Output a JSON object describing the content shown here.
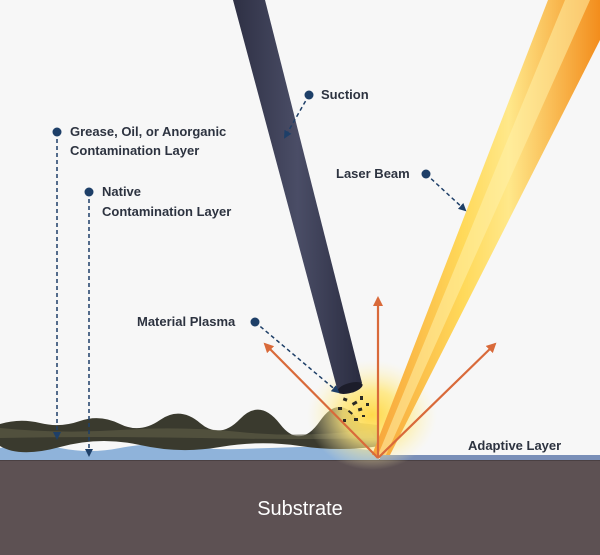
{
  "labels": {
    "suction": "Suction",
    "grease_line1": "Grease, Oil, or Anorganic",
    "grease_line2": "Contamination Layer",
    "native_line1": "Native",
    "native_line2": "Contamination Layer",
    "laser_beam": "Laser Beam",
    "material_plasma": "Material Plasma",
    "adaptive_layer": "Adaptive Layer",
    "substrate": "Substrate"
  },
  "colors": {
    "background": "#f7f7f7",
    "substrate": "#5d5153",
    "native_layer": "#8fb3da",
    "contamination_layer": "#3a3a2e",
    "nozzle": "#3b3d52",
    "laser_outer": "#f59a1f",
    "laser_core": "#ffe27a",
    "arrow": "#d96a3a",
    "leader_line": "#1e3f68",
    "label_text": "#2d3340"
  }
}
